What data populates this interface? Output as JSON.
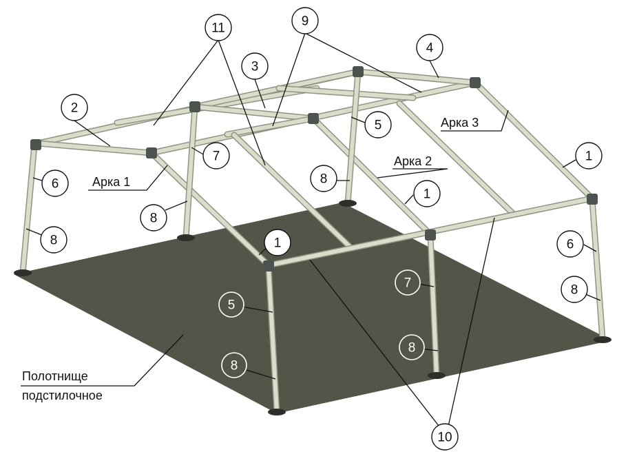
{
  "diagram": {
    "arch_labels": {
      "arch1": "Арка 1",
      "arch2": "Арка 2",
      "arch3": "Арка 3"
    },
    "floor_label_line1": "Полотнище",
    "floor_label_line2": "подстилочное",
    "callouts": {
      "c11": "11",
      "c9": "9",
      "c4": "4",
      "c3": "3",
      "c2": "2",
      "c5_top": "5",
      "c7_left": "7",
      "c1_right": "1",
      "c6_left": "6",
      "c8_mid": "8",
      "c1_mid": "1",
      "c8_left_lower": "8",
      "c8_left_inner": "8",
      "c1_front": "1",
      "c6_right": "6",
      "c7_front": "7",
      "c5_front": "5",
      "c8_right": "8",
      "c8_front_right": "8",
      "c8_front": "8",
      "c10": "10"
    },
    "colors": {
      "floor": "#545448",
      "pipe": "#d9ddc9",
      "pipe_edge": "#8f9383",
      "joint": "#4d544f"
    }
  }
}
